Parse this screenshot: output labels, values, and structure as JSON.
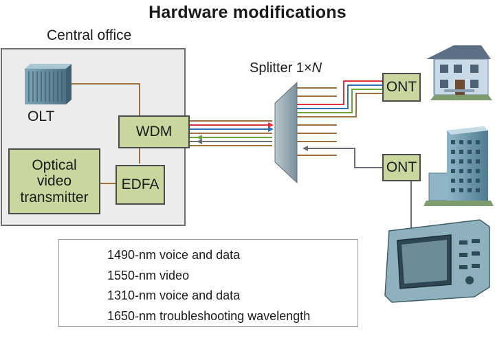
{
  "title": "Hardware modifications",
  "central_office": {
    "label": "Central office",
    "olt_label": "OLT",
    "wdm_label": "WDM",
    "edfa_label": "EDFA",
    "transmitter_lines": [
      "Optical",
      "video",
      "transmitter"
    ]
  },
  "splitter": {
    "prefix": "Splitter 1×",
    "n": "N"
  },
  "ont_label": "ONT",
  "colors": {
    "red": "#e0303a",
    "blue": "#2f6fb8",
    "green": "#6aa53c",
    "gray": "#6c6c7a",
    "brown": "#a0703c",
    "block": "#c9d79f",
    "splitter": "#9aabb5"
  },
  "legend": [
    {
      "color": "#e0303a",
      "label": "1490-nm voice and data"
    },
    {
      "color": "#2f6fb8",
      "label": "1550-nm video"
    },
    {
      "color": "#6aa53c",
      "label": "1310-nm voice and data"
    },
    {
      "color": "#6c6c7a",
      "label": "1650-nm troubleshooting wavelength"
    }
  ],
  "icons": [
    "olt-rack-icon",
    "house-icon",
    "office-building-icon",
    "test-instrument-icon"
  ]
}
